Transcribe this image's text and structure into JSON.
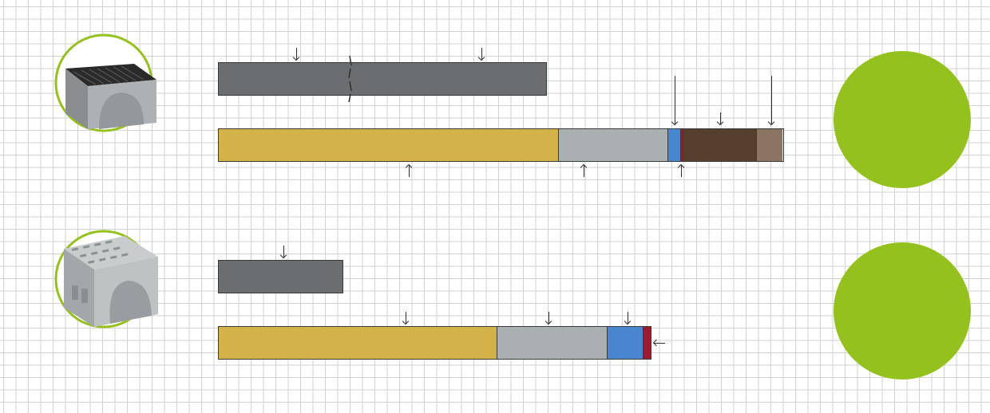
{
  "colors": {
    "grid": "#d2d2d2",
    "bar_outline": "#3a3a3a",
    "accent_green": "#95c11f",
    "channel_body": "#6b6e70",
    "fill_yellow": "#d4b24a",
    "fill_lightgray": "#aab0b2",
    "fill_blue": "#4a86cf",
    "fill_red": "#9b1b30",
    "fill_darkbrown": "#55402f",
    "fill_taupe": "#8a7563"
  },
  "rows": [
    {
      "product_icon": "drainage-channel-with-grate-icon",
      "top_bar_segments": [
        "dark-gray",
        "dark-gray"
      ],
      "bottom_bar_segments": [
        "yellow",
        "light-gray",
        "blue",
        "red",
        "dark-brown",
        "taupe"
      ]
    },
    {
      "product_icon": "drainage-channel-slotted-icon",
      "top_bar_segments": [
        "dark-gray"
      ],
      "bottom_bar_segments": [
        "yellow",
        "light-gray",
        "blue",
        "red"
      ]
    }
  ]
}
